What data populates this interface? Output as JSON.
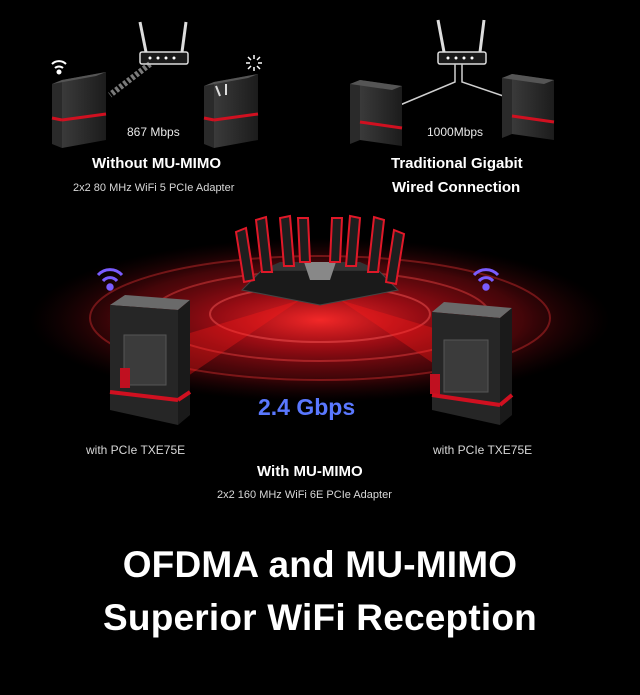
{
  "top_left": {
    "speed": "867 Mbps",
    "title": "Without MU-MIMO",
    "subtitle": "2x2 80 MHz WiFi 5 PCIe Adapter"
  },
  "top_right": {
    "speed": "1000Mbps",
    "title_line1": "Traditional Gigabit",
    "title_line2": "Wired Connection"
  },
  "middle": {
    "speed": "2.4 Gbps",
    "left_adapter": "with PCIe TXE75E",
    "right_adapter": "with PCIe TXE75E",
    "title": "With MU-MIMO",
    "subtitle": "2x2 160 MHz WiFi 6E PCIe Adapter"
  },
  "headline": {
    "line1": "OFDMA and MU-MIMO",
    "line2": "Superior WiFi Reception"
  },
  "colors": {
    "background": "#000000",
    "accent_red": "#d01020",
    "wifi_purple": "#7a5cff",
    "gbps_blue": "#5a78ff"
  },
  "icons": [
    "wifi-icon",
    "weak-signal-icon",
    "router-icon",
    "pc-case-icon",
    "gaming-router-icon"
  ]
}
